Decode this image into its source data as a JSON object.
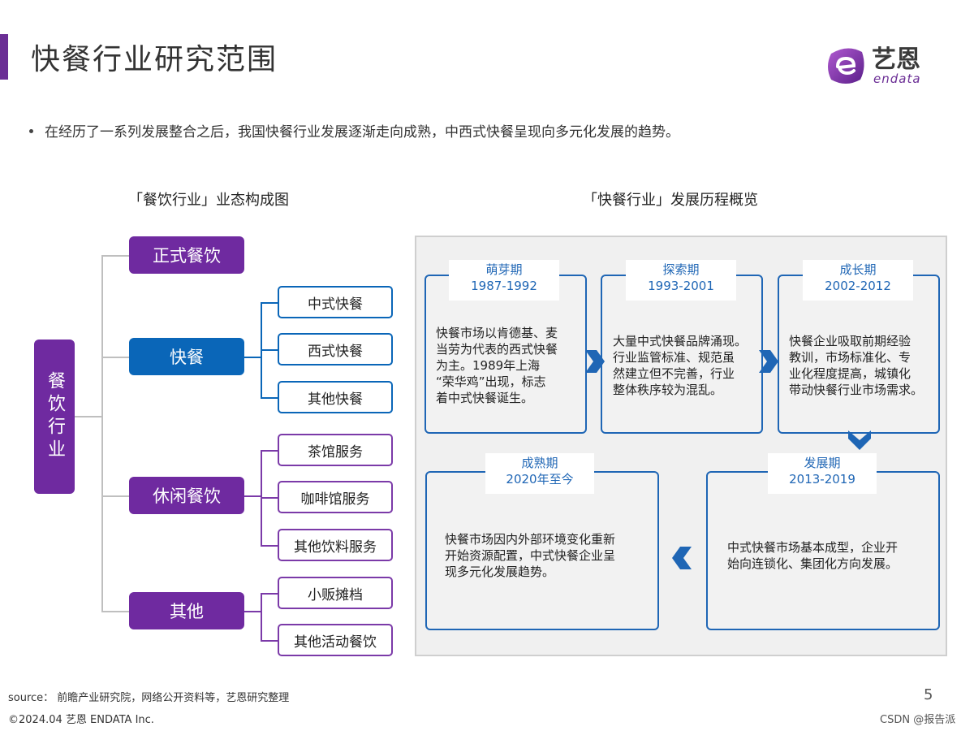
{
  "header": {
    "title": "快餐行业研究范围",
    "logo_word": "艺恩",
    "logo_sub": "endata"
  },
  "bullet": "在经历了一系列发展整合之后，我国快餐行业发展逐渐走向成熟，中西式快餐呈现向多元化发展的趋势。",
  "left_diagram": {
    "title": "「餐饮行业」业态构成图",
    "root": "餐饮行业",
    "categories": [
      {
        "label": "正式餐饮",
        "children": []
      },
      {
        "label": "快餐",
        "children": [
          "中式快餐",
          "西式快餐",
          "其他快餐"
        ]
      },
      {
        "label": "休闲餐饮",
        "children": [
          "茶馆服务",
          "咖啡馆服务",
          "其他饮料服务"
        ]
      },
      {
        "label": "其他",
        "children": [
          "小贩摊档",
          "其他活动餐饮"
        ]
      }
    ]
  },
  "right_diagram": {
    "title": "「快餐行业」发展历程概览",
    "stages": [
      {
        "name": "萌芽期",
        "years": "1987-1992",
        "text": [
          "快餐市场以肯德基、麦",
          "当劳为代表的西式快餐",
          "为主。1989年上海",
          "“荣华鸡”出现，标志",
          "着中式快餐诞生。"
        ]
      },
      {
        "name": "探索期",
        "years": "1993-2001",
        "text": [
          "大量中式快餐品牌涌现。",
          "行业监管标准、规范虽",
          "然建立但不完善，行业",
          "整体秩序较为混乱。"
        ]
      },
      {
        "name": "成长期",
        "years": "2002-2012",
        "text": [
          "快餐企业吸取前期经验",
          "教训，市场标准化、专",
          "业化程度提高，城镇化",
          "带动快餐行业市场需求。"
        ]
      },
      {
        "name": "发展期",
        "years": "2013-2019",
        "text": [
          "中式快餐市场基本成型，企业开",
          "始向连锁化、集团化方向发展。"
        ]
      },
      {
        "name": "成熟期",
        "years": "2020年至今",
        "text": [
          "快餐市场因内外部环境变化重新",
          "开始资源配置，中式快餐企业呈",
          "现多元化发展趋势。"
        ]
      }
    ]
  },
  "footer": {
    "source": "source： 前瞻产业研究院，网络公开资料等，艺恩研究整理",
    "copyright": "©2024.04  艺恩 ENDATA Inc.",
    "page": "5",
    "watermark": "CSDN @报告派"
  },
  "colors": {
    "purple": "#6f2aa0",
    "blue": "#0a66b8",
    "stage_blue": "#1f66b5"
  }
}
